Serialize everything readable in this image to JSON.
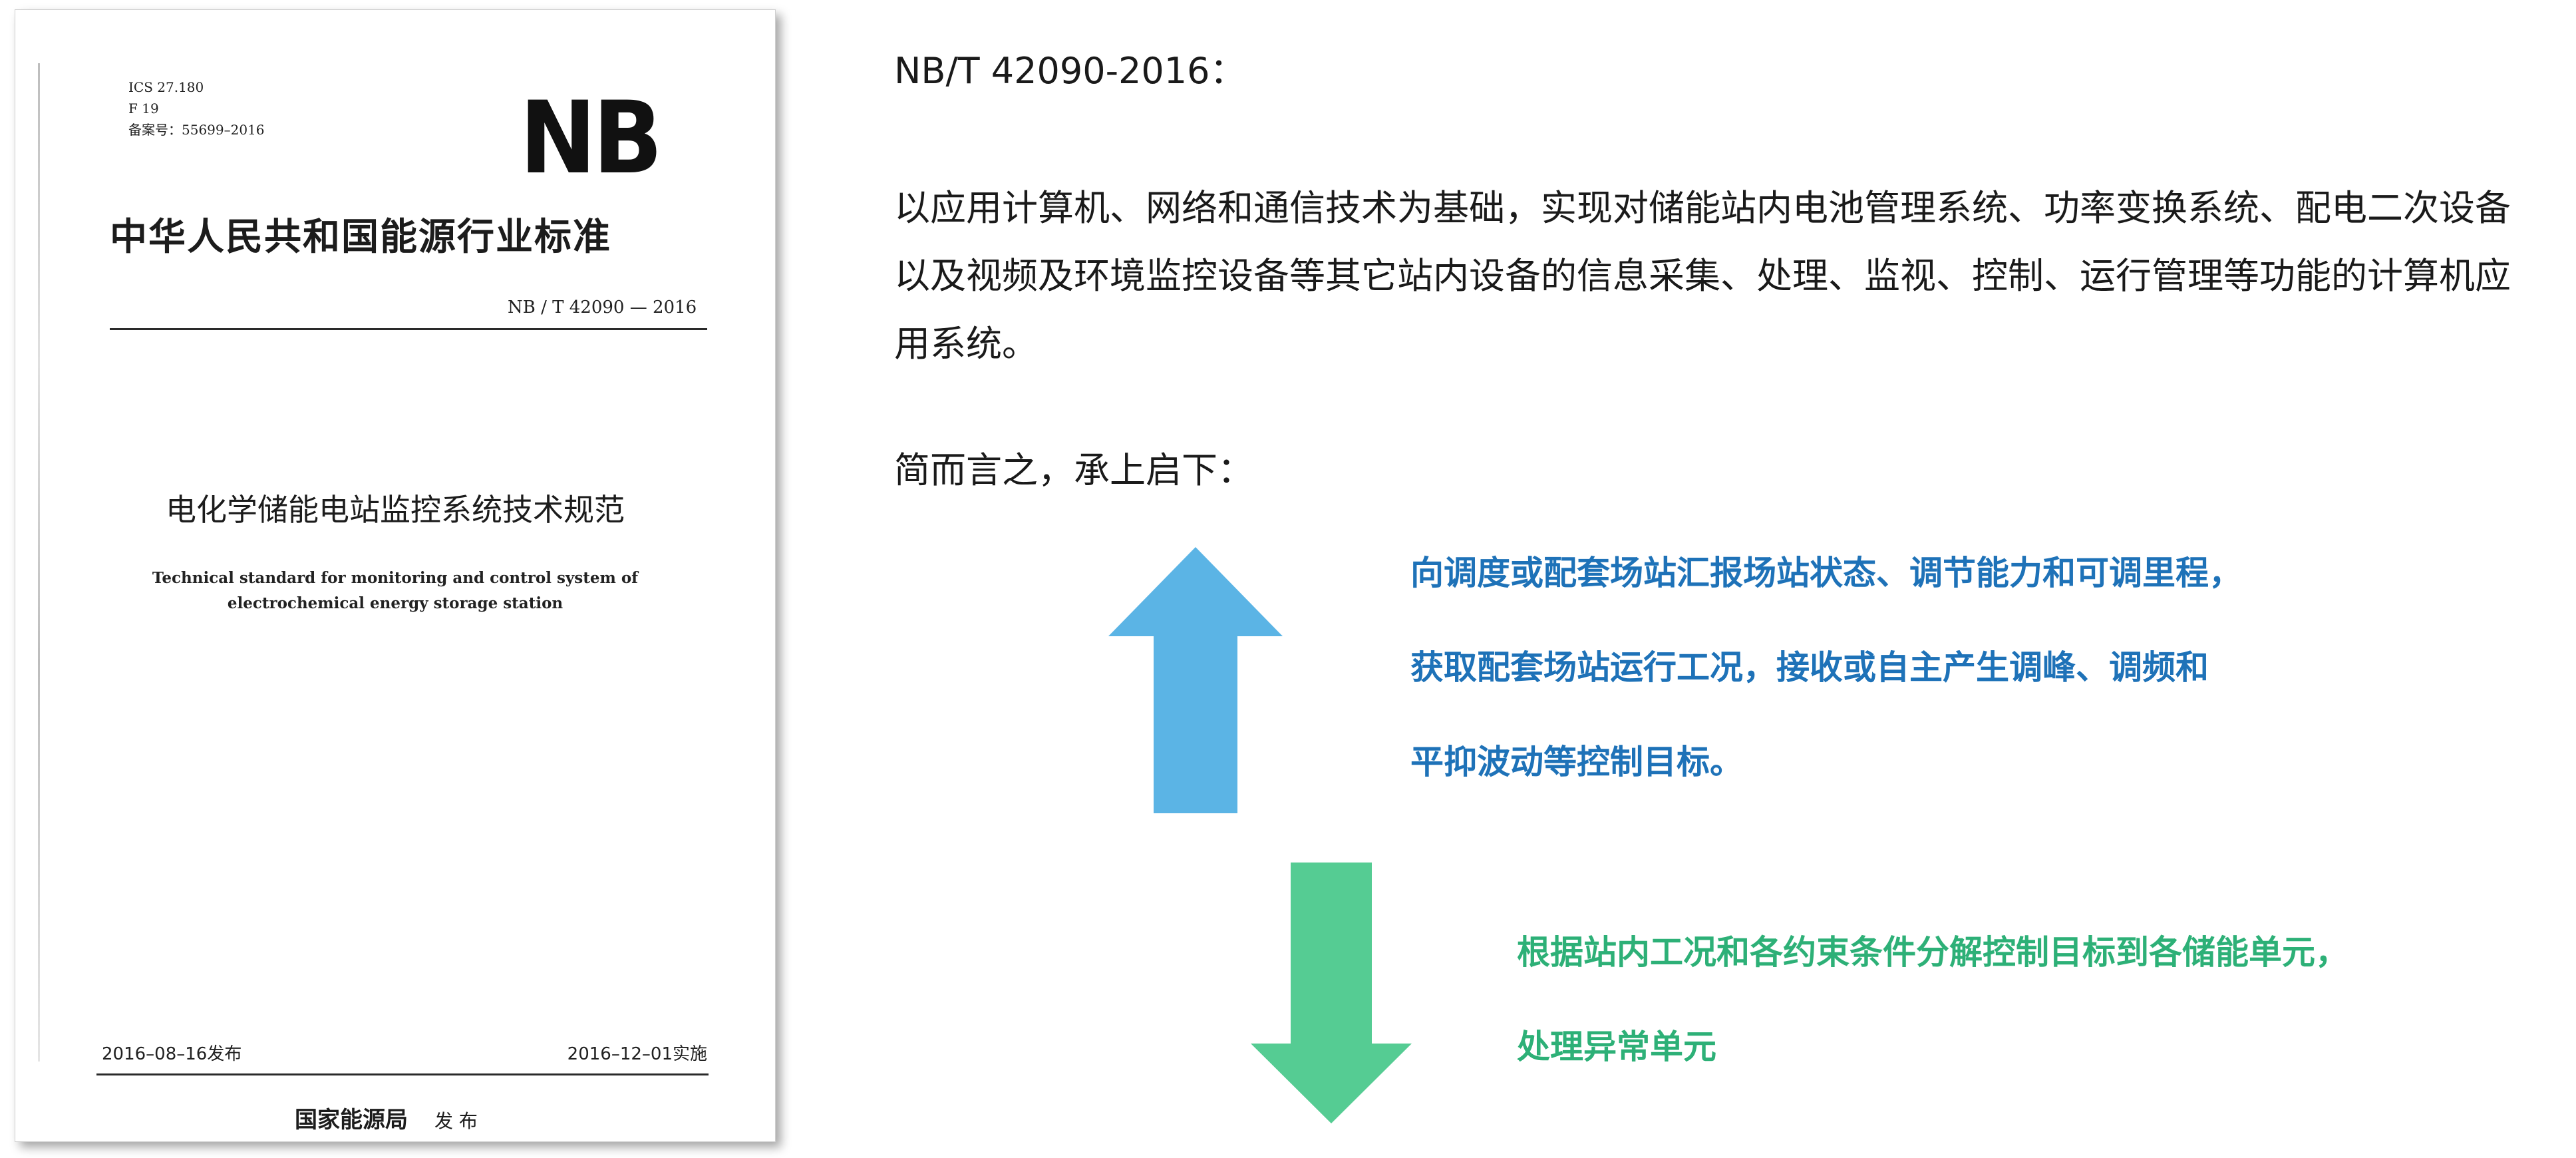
{
  "cover": {
    "ics": "ICS 27.180",
    "class_code": "F 19",
    "record_no": "备案号：55699–2016",
    "logo": "NB",
    "organization": "中华人民共和国能源行业标准",
    "standard_no": "NB / T  42090 — 2016",
    "title_cn": "电化学储能电站监控系统技术规范",
    "title_en_line1": "Technical standard for monitoring and control system of",
    "title_en_line2": "electrochemical energy storage station",
    "issue_date": "2016–08–16发布",
    "effective_date": "2016–12–01实施",
    "issuer": "国家能源局",
    "publish_label": "发 布"
  },
  "right": {
    "standard_heading": "NB/T 42090-2016：",
    "definition_lines": [
      "以应用计算机、网络和通信技术为基础，实现对储能站内电池管理系统、功率变换系统、配电二次设备",
      "以及视频及环境监控设备等其它站内设备的信息采集、处理、监视、控制、运行管理等功能的计算机应",
      "用系统。"
    ],
    "summary": "简而言之，承上启下：",
    "upward_lines": [
      "向调度或配套场站汇报场站状态、调节能力和可调里程，",
      "获取配套场站运行工况，接收或自主产生调峰、调频和",
      "平抑波动等控制目标。"
    ],
    "downward_lines": [
      "根据站内工况和各约束条件分解控制目标到各储能单元，",
      "处理异常单元"
    ]
  },
  "colors": {
    "up_arrow": "#5bb4e5",
    "up_text": "#1e72b8",
    "down_arrow": "#55cc93",
    "down_text": "#2db077"
  },
  "icons": {
    "up": "arrow-up-icon",
    "down": "arrow-down-icon"
  }
}
